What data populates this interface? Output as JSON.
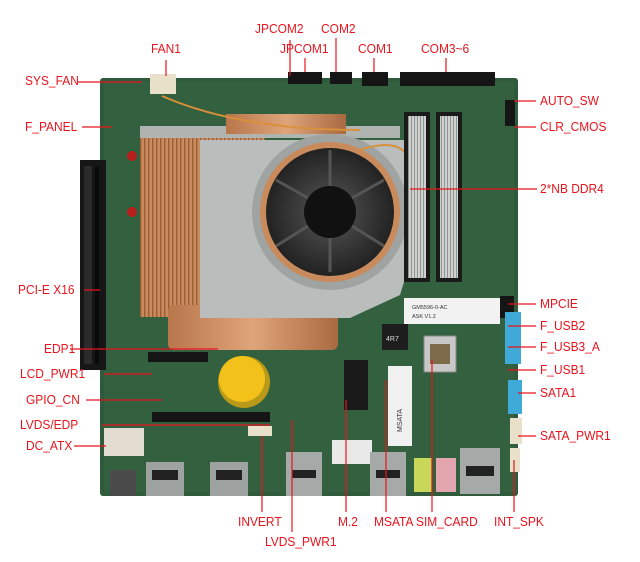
{
  "labels": {
    "fan1": "FAN1",
    "jpcom2": "JPCOM2",
    "com2": "COM2",
    "jpcom1": "JPCOM1",
    "com1": "COM1",
    "com3_6": "COM3~6",
    "sys_fan": "SYS_FAN",
    "auto_sw": "AUTO_SW",
    "f_panel": "F_PANEL",
    "clr_cmos": "CLR_CMOS",
    "nb_ddr4": "2*NB DDR4",
    "pcie_x16": "PCI-E  X16",
    "mpcie": "MPCIE",
    "f_usb2": "F_USB2",
    "f_usb3_a": "F_USB3_A",
    "edp1": "EDP1",
    "f_usb1": "F_USB1",
    "lcd_pwr1": "LCD_PWR1",
    "sata1": "SATA1",
    "gpio_cn": "GPIO_CN",
    "lvds_edp": "LVDS/EDP",
    "sata_pwr1": "SATA_PWR1",
    "dc_atx": "DC_ATX",
    "invert": "INVERT",
    "m2": "M.2",
    "msata": "MSATA",
    "sim_card": "SIM_CARD",
    "int_spk": "INT_SPK",
    "lvds_pwr1": "LVDS_PWR1"
  },
  "board_text": {
    "sticker_top": "GM5596-0-AC",
    "sticker_bottom": "ASK V1.2",
    "chip_label": "4R7",
    "msata_silk": "MSATA"
  },
  "colors": {
    "label": "#e8141e",
    "leader": "#e8141e",
    "pcb": "#2f5a3c",
    "copper": "#c98a5c",
    "fan": "#2a2a2a",
    "usb_blue": "#3fa9d8",
    "battery": "#f2c21a"
  }
}
